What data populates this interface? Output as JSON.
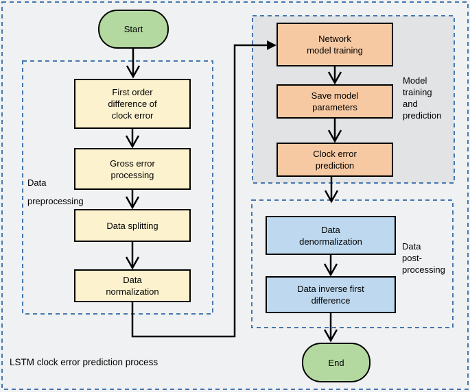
{
  "title": "LSTM clock error prediction process",
  "nodes": {
    "start": "Start",
    "first_order": "First order\ndifference of\nclock error",
    "gross_error": "Gross error\nprocessing",
    "data_splitting": "Data splitting",
    "data_normalization": "Data\nnormalization",
    "network_training": "Network\nmodel training",
    "save_params": "Save model\nparameters",
    "clock_prediction": "Clock error\nprediction",
    "data_denorm": "Data\ndenormalization",
    "data_inverse": "Data inverse first\ndifference",
    "end": "End"
  },
  "groups": {
    "preprocessing": "Data\npreprocessing",
    "training": "Model\ntraining\nand\nprediction",
    "postprocessing": "Data\npost-\nprocessing"
  },
  "colors": {
    "background": "#f0f1f2",
    "dashed_border": "#4577ae",
    "start_end_fill": "#b4d9a0",
    "preprocess_fill": "#fcf2ce",
    "training_fill": "#f7c9a2",
    "postprocess_fill": "#bed9ef",
    "group_fill": "#e2e3e4",
    "node_border": "#000000",
    "arrow_color": "#000000",
    "text_color": "#000000"
  }
}
